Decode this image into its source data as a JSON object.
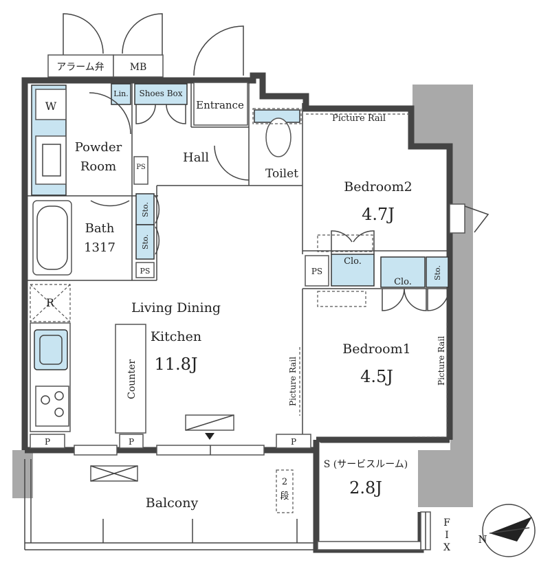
{
  "rooms": {
    "alarm_valve": "アラーム弁",
    "mb": "MB",
    "linen": "Lin.",
    "shoes_box": "Shoes Box",
    "entrance": "Entrance",
    "washer": "W",
    "powder_room_1": "Powder",
    "powder_room_2": "Room",
    "ps_powder": "PS",
    "hall": "Hall",
    "toilet": "Toilet",
    "picture_rail_bed2": "Picture Rail",
    "bedroom2_name": "Bedroom2",
    "bedroom2_size": "4.7J",
    "bath_name": "Bath",
    "bath_size": "1317",
    "storage_1": "Sto.",
    "storage_2": "Sto.",
    "ps_bath": "PS",
    "ps_mid": "PS",
    "closet_bed2": "Clo.",
    "closet_bed1": "Clo.",
    "storage_bed1": "Sto.",
    "refrigerator": "R",
    "ldk_name_1": "Living Dining",
    "ldk_name_2": "Kitchen",
    "ldk_size": "11.8J",
    "counter": "Counter",
    "picture_rail_ldk": "Picture Rail",
    "bedroom1_name": "Bedroom1",
    "bedroom1_size": "4.5J",
    "picture_rail_bed1": "Picture Rail",
    "p_left": "P",
    "p_mid": "P",
    "p_right": "P",
    "service_room_name": "S (サービスルーム)",
    "service_room_size": "2.8J",
    "step_1": "2",
    "step_2": "段",
    "balcony": "Balcony",
    "fix_1": "F",
    "fix_2": "I",
    "fix_3": "X",
    "north": "N"
  },
  "colors": {
    "wall": "#444444",
    "storage_fill": "#c8e4f1",
    "exterior_column": "#a9a9a9"
  }
}
